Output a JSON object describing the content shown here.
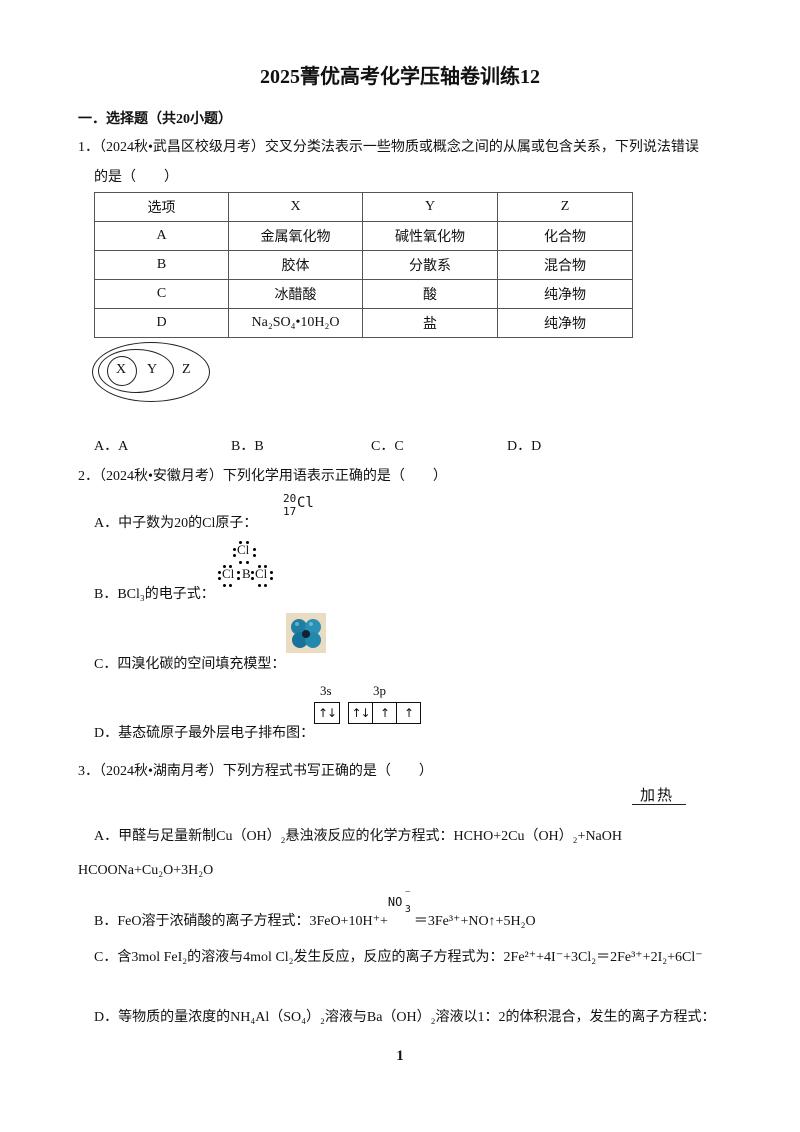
{
  "title": "2025菁优高考化学压轴卷训练12",
  "section": "一．选择题（共20小题）",
  "q1": {
    "stem_line1": "1．（2024秋•武昌区校级月考）交叉分类法表示一些物质或概念之间的从属或包含关系，下列说法错误",
    "stem_line2": "的是（　　）",
    "table": {
      "headers": [
        "选项",
        "X",
        "Y",
        "Z"
      ],
      "rows": [
        [
          "A",
          "金属氧化物",
          "碱性氧化物",
          "化合物"
        ],
        [
          "B",
          "胶体",
          "分散系",
          "混合物"
        ],
        [
          "C",
          "冰醋酸",
          "酸",
          "纯净物"
        ],
        [
          "D",
          "Na₂SO₄•10H₂O",
          "盐",
          "纯净物"
        ]
      ]
    },
    "diagram_labels": [
      "X",
      "Y",
      "Z"
    ],
    "choices": [
      "A．A",
      "B．B",
      "C．C",
      "D．D"
    ]
  },
  "q2": {
    "stem": "2．（2024秋•安徽月考）下列化学用语表示正确的是（　　）",
    "A_text": "A．中子数为20的Cl原子：",
    "A_mass": "20",
    "A_atomic": "17",
    "A_symbol": "Cl",
    "B_text": "B．BCl₃的电子式：",
    "B_atoms": [
      "Cl",
      "Cl",
      "B",
      "Cl"
    ],
    "C_text": "C．四溴化碳的空间填充模型：",
    "D_text": "D．基态硫原子最外层电子排布图：",
    "D_labels": [
      "3s",
      "3p"
    ],
    "D_boxes": [
      "↑↓",
      "↑↓",
      "↑",
      "↑"
    ]
  },
  "q3": {
    "stem": "3．（2024秋•湖南月考）下列方程式书写正确的是（　　）",
    "condition": "加热",
    "A_line1": "A．甲醛与足量新制Cu（OH）₂悬浊液反应的化学方程式：HCHO+2Cu（OH）₂+NaOH",
    "A_line2": "HCOONa+Cu₂O+3H₂O",
    "B_text": "B．FeO溶于浓硝酸的离子方程式：3FeO+10H⁺+",
    "B_no3": "NO",
    "B_no3_sup": "−",
    "B_no3_sub": "3",
    "B_rest": "＝3Fe³⁺+NO↑+5H₂O",
    "C_text": "C．含3mol FeI₂的溶液与4mol Cl₂发生反应，反应的离子方程式为：2Fe²⁺+4I⁻+3Cl₂＝2Fe³⁺+2I₂+6Cl⁻",
    "D_text": "D．等物质的量浓度的NH₄Al（SO₄）₂溶液与Ba（OH）₂溶液以1：2的体积混合，发生的离子方程式："
  },
  "page_number": "1"
}
